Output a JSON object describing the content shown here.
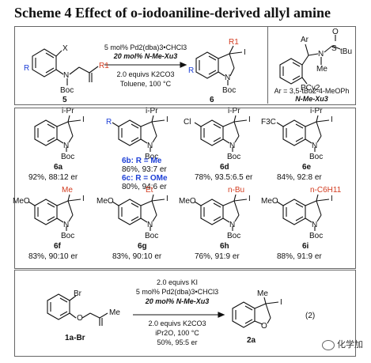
{
  "title": "Scheme 4 Effect of o-iodoaniline-derived allyl amine",
  "top_reaction": {
    "reactant_label": "5",
    "product_label": "6",
    "conditions": [
      "5 mol% Pd2(dba)3•CHCl3",
      "20 mol% N-Me-Xu3",
      "2.0 equivs K2CO3",
      "Toluene, 100 °C"
    ],
    "ligand_note": "Ar = 3,5-tBu2-4-MeOPh",
    "ligand_name": "N-Me-Xu3",
    "atoms": {
      "X": "X",
      "R": "R",
      "R1": "R1",
      "N": "N",
      "Boc": "Boc",
      "I": "I",
      "Ar": "Ar",
      "S": "S",
      "O": "O",
      "tBu": "tBu",
      "Me": "Me",
      "PCy2": "PCy2"
    }
  },
  "products": [
    {
      "id": "6a",
      "yield_er": "92%, 88:12 er",
      "sub_label": "i-Pr",
      "aryl_sub": ""
    },
    {
      "id": "6b",
      "id_note": "6b: R = Me",
      "yield_er": "86%, 93:7 er",
      "id2": "6c: R = OMe",
      "yield_er2": "80%, 94:6 er",
      "sub_label": "i-Pr",
      "aryl_sub": "R"
    },
    {
      "id": "6d",
      "yield_er": "78%, 93.5:6.5 er",
      "sub_label": "i-Pr",
      "aryl_sub": "Cl"
    },
    {
      "id": "6e",
      "yield_er": "84%, 92:8 er",
      "sub_label": "i-Pr",
      "aryl_sub": "F3C"
    },
    {
      "id": "6f",
      "yield_er": "83%, 90:10 er",
      "sub_label": "Me",
      "aryl_sub": "MeO"
    },
    {
      "id": "6g",
      "yield_er": "83%, 90:10 er",
      "sub_label": "Et",
      "aryl_sub": "MeO"
    },
    {
      "id": "6h",
      "yield_er": "76%, 91:9 er",
      "sub_label": "n-Bu",
      "aryl_sub": "MeO"
    },
    {
      "id": "6i",
      "yield_er": "88%, 91:9 er",
      "sub_label": "n-C6H11",
      "aryl_sub": "MeO"
    }
  ],
  "bottom_reaction": {
    "reactant_label": "1a-Br",
    "product_label": "2a",
    "conditions": [
      "2.0 equivs KI",
      "5 mol% Pd2(dba)3•CHCl3",
      "20 mol% N-Me-Xu3",
      "2.0 equivs K2CO3",
      "iPr2O, 100 °C",
      "50%, 95:5 er"
    ],
    "eq_number": "(2)",
    "atoms": {
      "Br": "Br",
      "O": "O",
      "Me": "Me",
      "I": "I"
    }
  },
  "watermark": "化学加",
  "colors": {
    "blue": "#1d3fd6",
    "red": "#d23b1f",
    "line": "#111111",
    "panel_border": "#666666"
  }
}
